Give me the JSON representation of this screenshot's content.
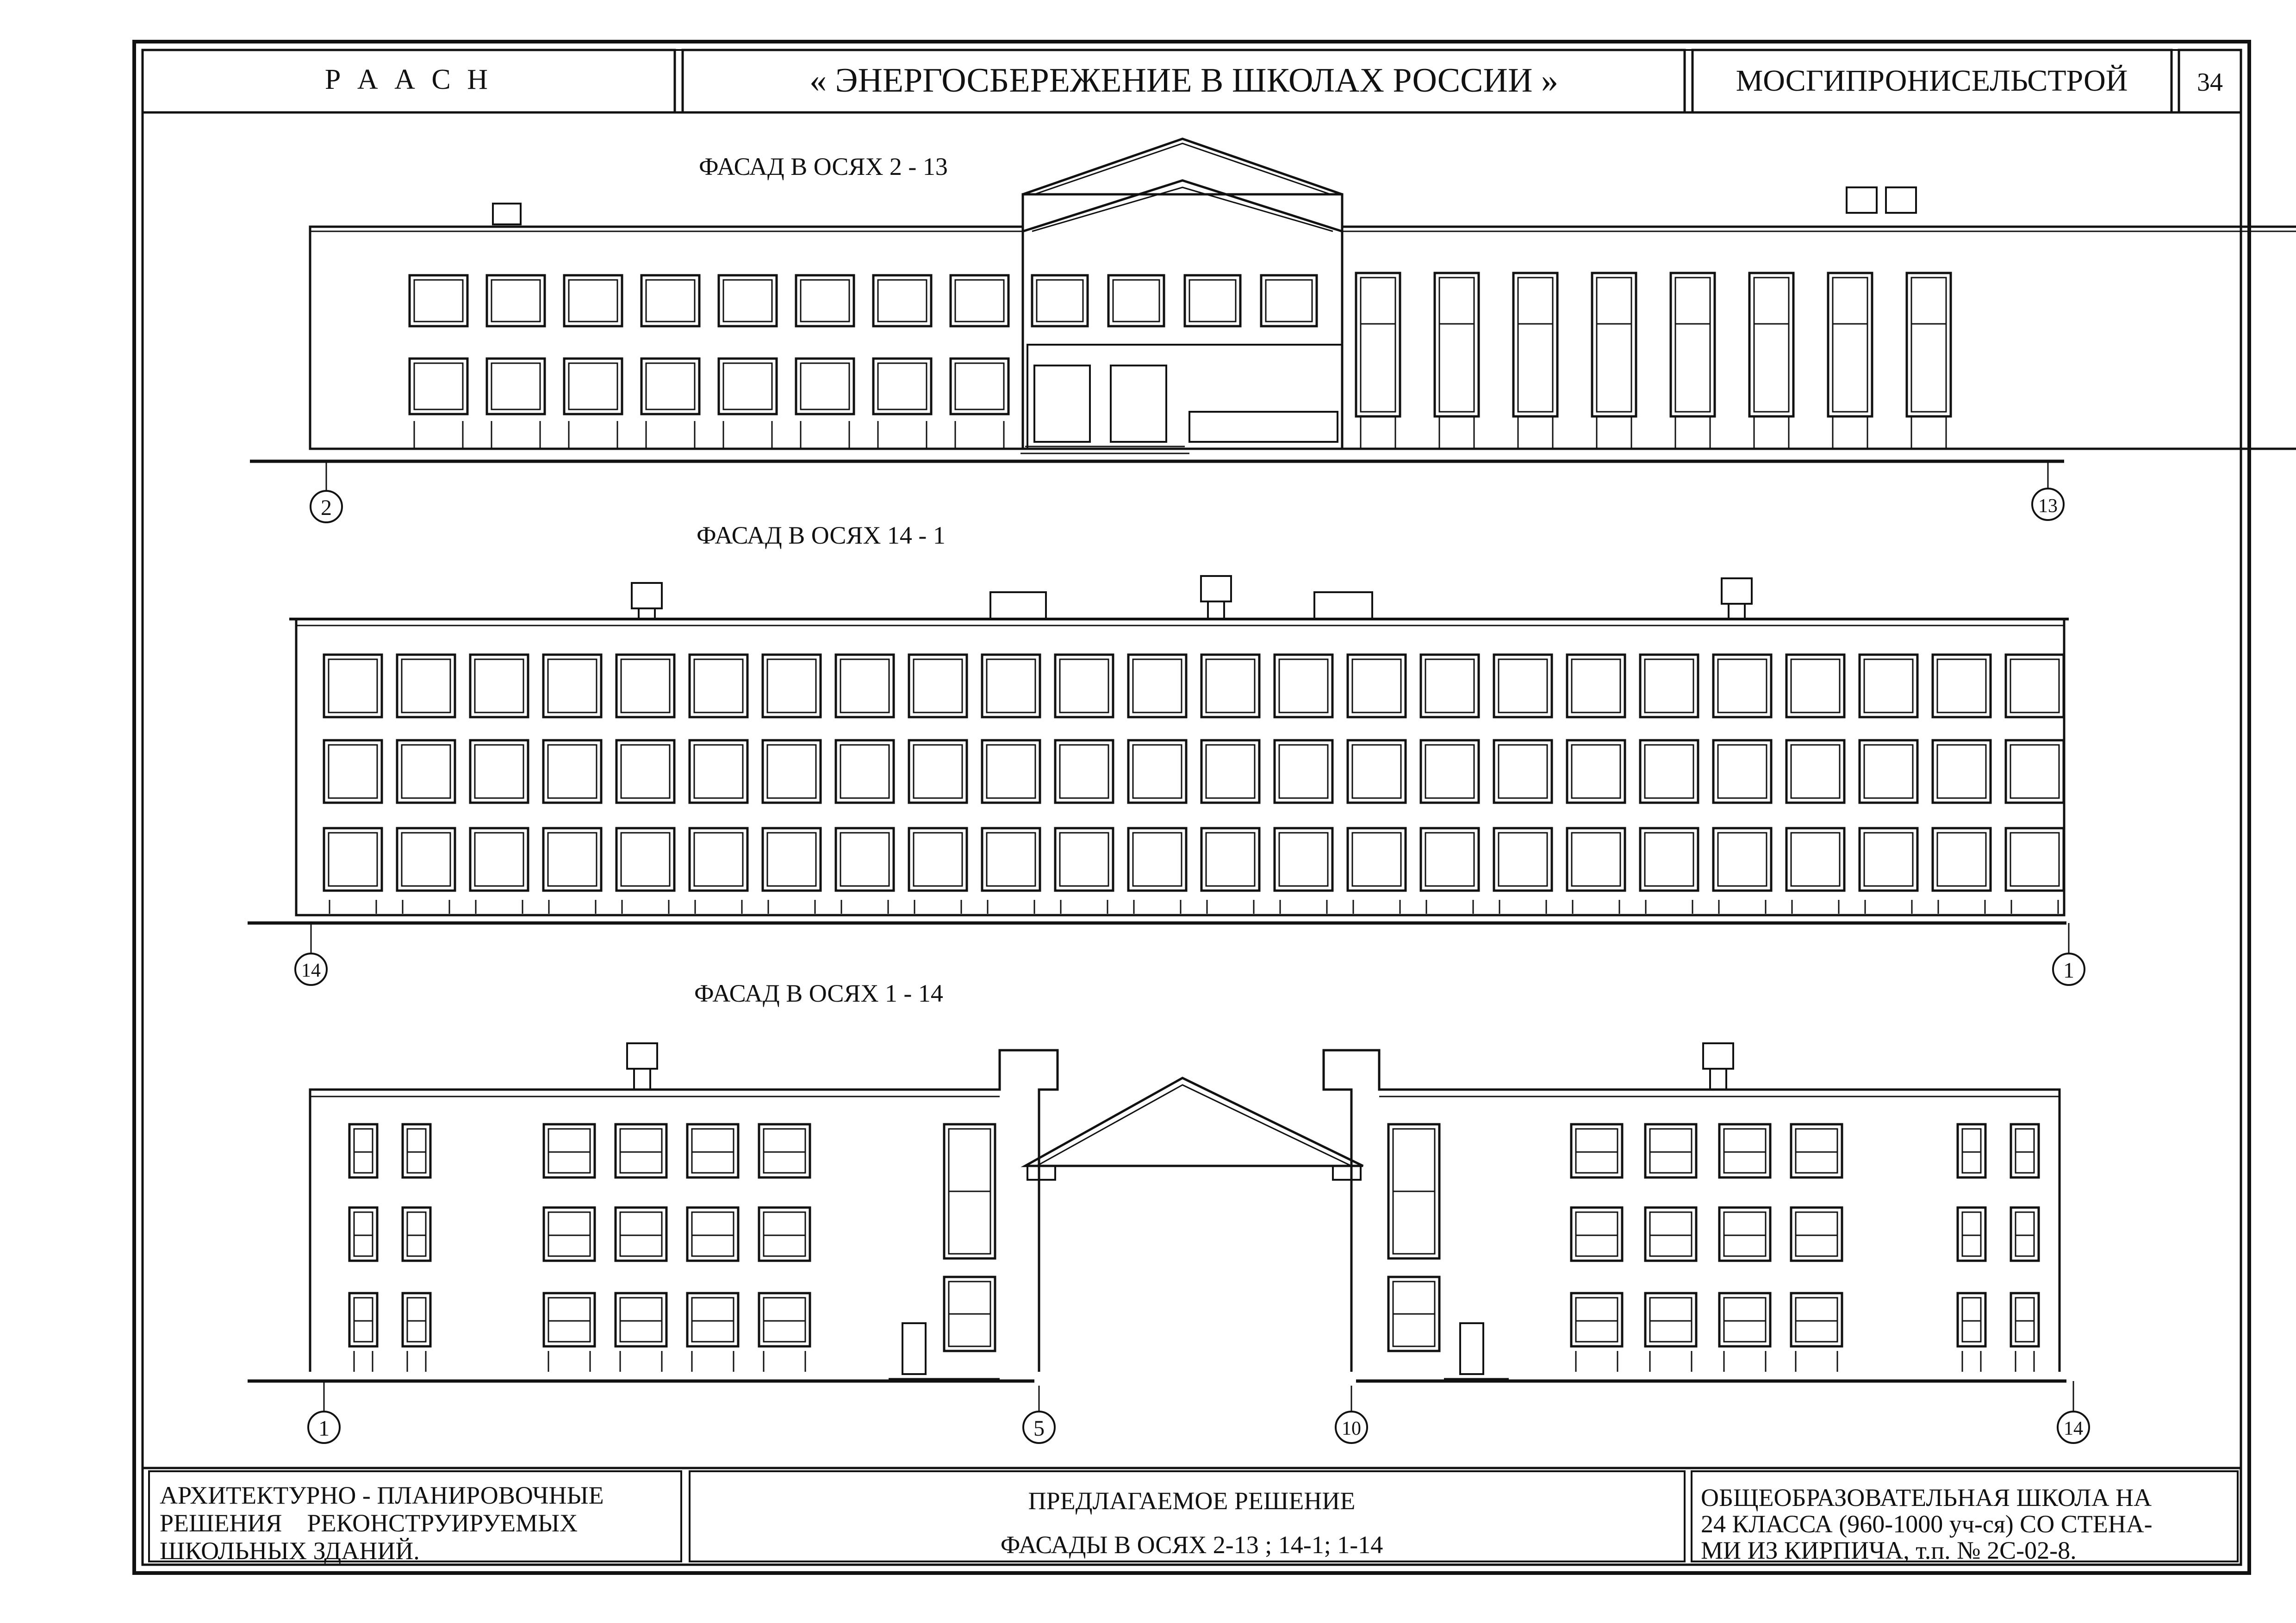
{
  "header": {
    "org": "Р А А С Н",
    "title": "« ЭНЕРГОСБЕРЕЖЕНИЕ В ШКОЛАХ РОССИИ »",
    "author": "МОСГИПРОНИСЕЛЬСТРОЙ",
    "page_number": "34"
  },
  "elevations": [
    {
      "caption": "ФАСАД  В  ОСЯХ  2 - 13",
      "axes": [
        "2",
        "13"
      ]
    },
    {
      "caption": "ФАСАД  В  ОСЯХ  14 - 1",
      "axes": [
        "14",
        "1"
      ]
    },
    {
      "caption": "ФАСАД  В  ОСЯХ  1 - 14",
      "axes": [
        "1",
        "5",
        "10",
        "14"
      ]
    }
  ],
  "footer": {
    "left_lines": [
      "АРХИТЕКТУРНО - ПЛАНИРОВОЧНЫЕ",
      "РЕШЕНИЯ    РЕКОНСТРУИРУЕМЫХ",
      "ШКОЛЬНЫХ ЗДАНИЙ."
    ],
    "center_title": "ПРЕДЛАГАЕМОЕ РЕШЕНИЕ",
    "center_subtitle": "ФАСАДЫ В ОСЯХ 2-13 ; 14-1; 1-14",
    "right_lines": [
      "ОБЩЕОБРАЗОВАТЕЛЬНАЯ ШКОЛА НА",
      "24 КЛАССА (960-1000 уч-ся) СО СТЕНА-",
      "МИ ИЗ КИРПИЧА, т.п. № 2С-02-8."
    ]
  }
}
